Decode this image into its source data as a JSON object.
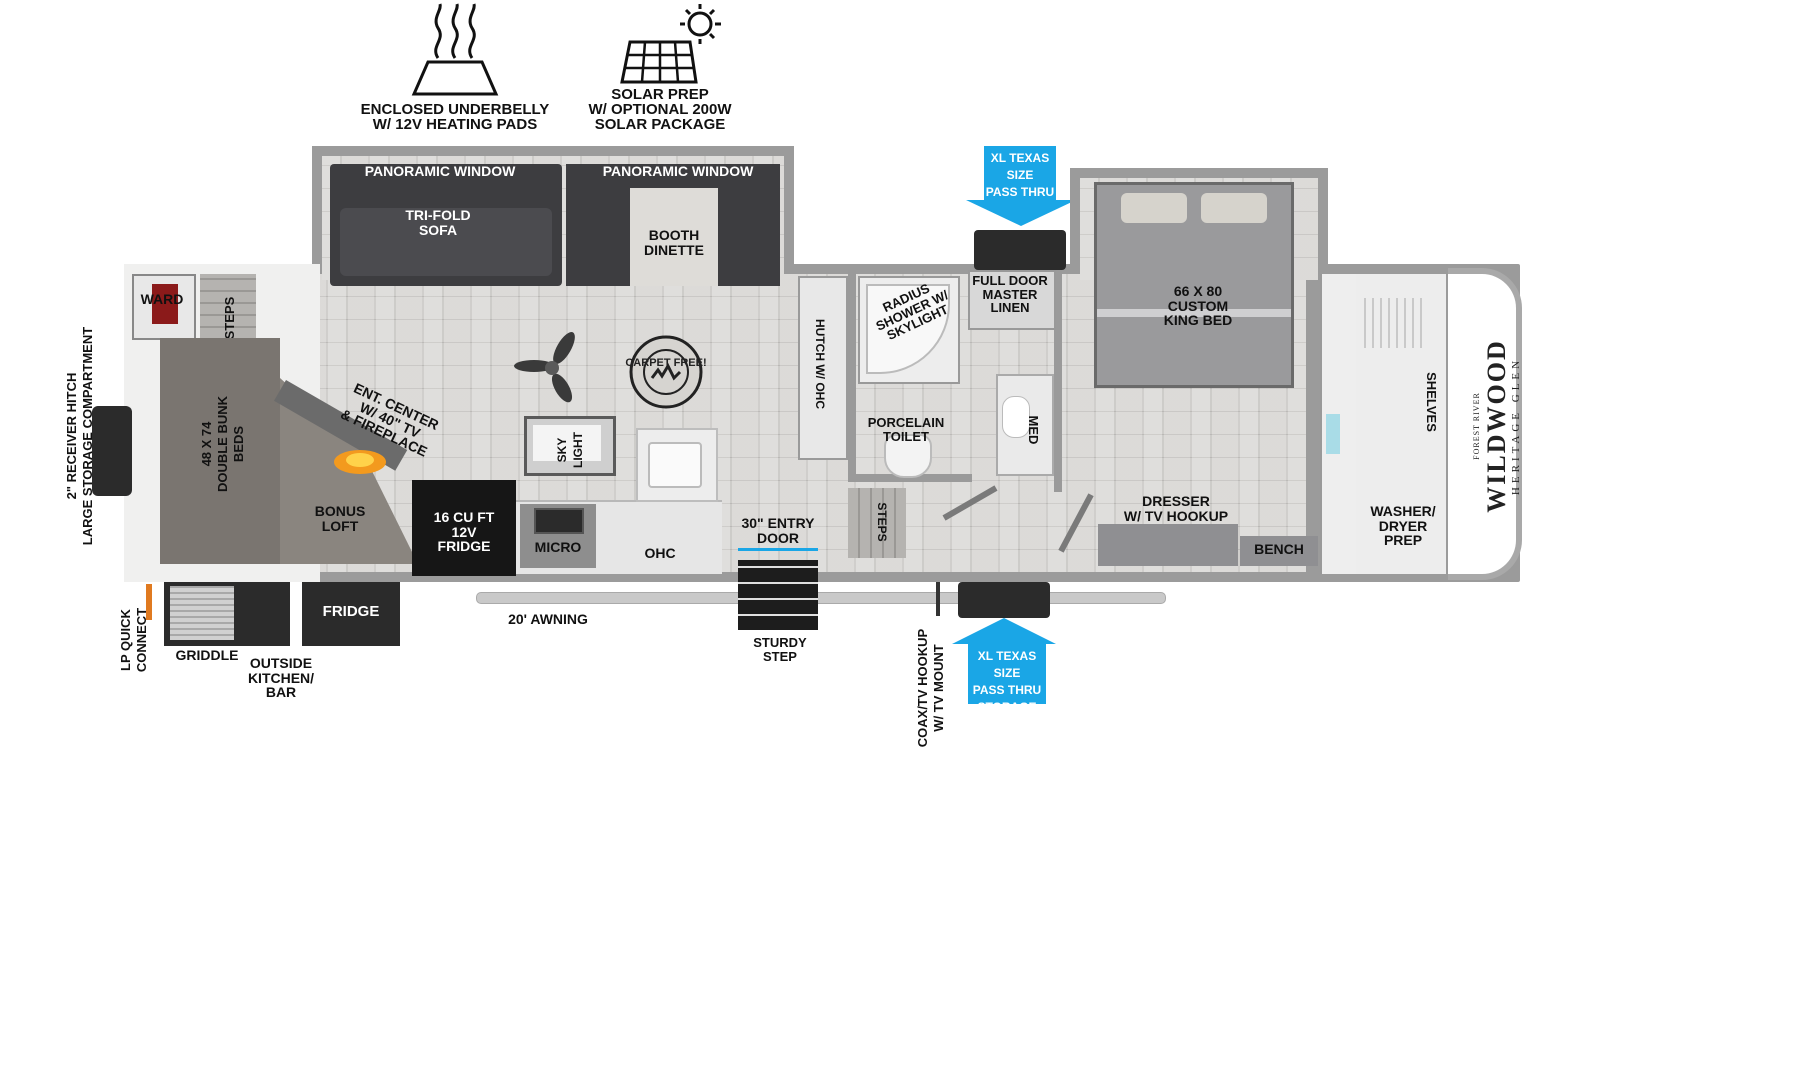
{
  "brand": {
    "small_line": "FOREST RIVER",
    "name": "WILDWOOD",
    "sub": "HERITAGE GLEN"
  },
  "features": {
    "underbelly": "ENCLOSED UNDERBELLY\nW/ 12V HEATING PADS",
    "solar": "SOLAR PREP\nW/ OPTIONAL 200W\nSOLAR PACKAGE"
  },
  "icons": {
    "underbelly": "heat-waves-icon",
    "solar": "solar-panel-sun-icon",
    "carpet_free": "carpet-free-badge-icon",
    "ceiling_fan": "ceiling-fan-icon",
    "fireplace": "fireplace-flame-icon"
  },
  "colors": {
    "callout_blue": "#1aa6e6",
    "floor": "#d3d1ce",
    "bunk_gray": "#7a7570",
    "sofa_dark": "#3d3d40",
    "fridge_black": "#161616",
    "bed_gray": "#9a9a9c",
    "wall": "#9a9a9a"
  },
  "callouts": {
    "top_storage": "XL TEXAS SIZE\nPASS THRU\nSTORAGE",
    "bottom_storage": "XL TEXAS SIZE\nPASS THRU\nSTORAGE"
  },
  "rooms": {
    "panoramic_window_1": "PANORAMIC WINDOW",
    "panoramic_window_2": "PANORAMIC WINDOW",
    "tri_fold_sofa": "TRI-FOLD\nSOFA",
    "booth_dinette": "BOOTH\nDINETTE",
    "ward": "WARD",
    "steps_front": "STEPS",
    "double_bunk": "48 X 74\nDOUBLE BUNK\nBEDS",
    "ent_center": "ENT. CENTER\nW/ 40\" TV\n& FIREPLACE",
    "bonus_loft": "BONUS\nLOFT",
    "fridge_12v": "16 CU FT\n12V\nFRIDGE",
    "micro": "MICRO",
    "ohc": "OHC",
    "skylight": "SKY\nLIGHT",
    "carpet_free": "CARPET FREE!",
    "hutch": "HUTCH W/ OHC",
    "entry_door": "30\" ENTRY\nDOOR",
    "radius_shower": "RADIUS\nSHOWER W/\nSKYLIGHT",
    "full_door_linen": "FULL DOOR\nMASTER\nLINEN",
    "porcelain_toilet": "PORCELAIN\nTOILET",
    "med": "MED",
    "steps_rear": "STEPS",
    "king_bed": "66 X 80\nCUSTOM\nKING BED",
    "dresser": "DRESSER\nW/ TV HOOKUP",
    "bench": "BENCH",
    "shelves": "SHELVES",
    "washer_dryer": "WASHER/\nDRYER\nPREP"
  },
  "exterior": {
    "receiver_hitch": "2\" RECEIVER HITCH\nLARGE STORAGE COMPARTMENT",
    "lp_quick_connect": "LP QUICK\nCONNECT",
    "griddle": "GRIDDLE",
    "outside_kitchen": "OUTSIDE\nKITCHEN/\nBAR",
    "outside_fridge": "FRIDGE",
    "awning": "20' AWNING",
    "sturdy_step": "STURDY\nSTEP",
    "coax": "COAX/TV HOOKUP\nW/ TV MOUNT"
  }
}
